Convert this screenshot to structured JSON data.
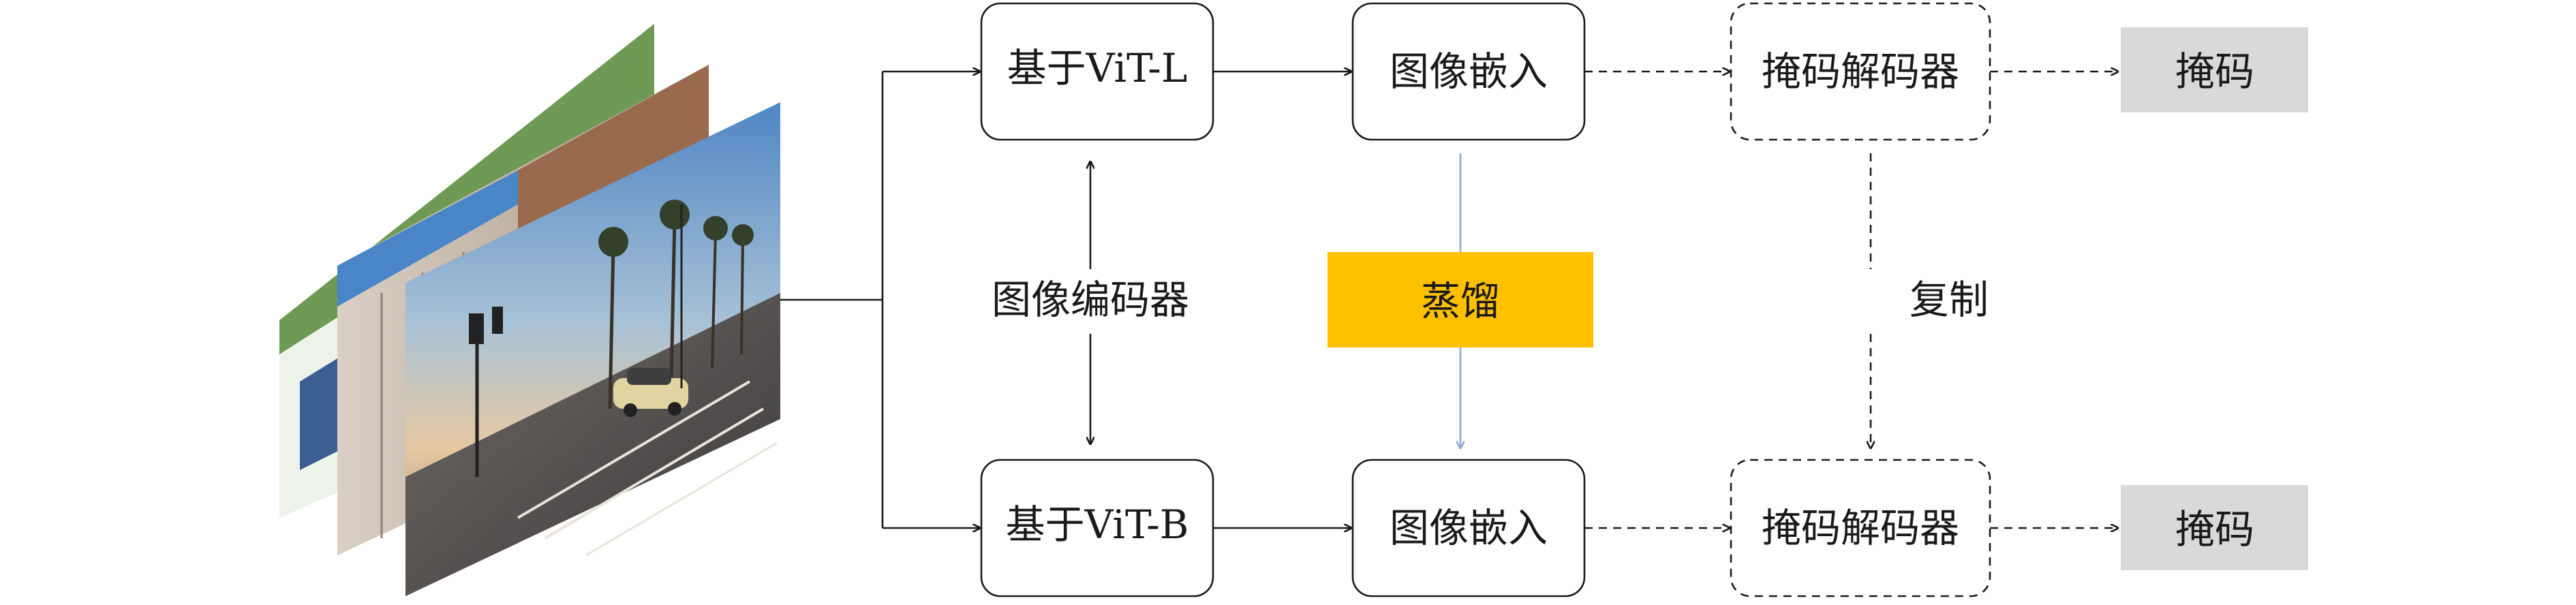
{
  "diagram": {
    "encoders": {
      "top": "基于ViT-L",
      "bottom": "基于ViT-B",
      "shared_label": "图像编码器"
    },
    "embeddings": {
      "top": "图像嵌入",
      "bottom": "图像嵌入"
    },
    "distillation": {
      "label": "蒸馏",
      "color": "#ffc000"
    },
    "decoders": {
      "top": "掩码解码器",
      "bottom": "掩码解码器",
      "copy_label": "复制"
    },
    "outputs": {
      "top": "掩码",
      "bottom": "掩码",
      "color": "#d9d9d9"
    },
    "input_images": {
      "content": "stacked input photographs (street scene with palm trees, buildings, city)"
    }
  }
}
